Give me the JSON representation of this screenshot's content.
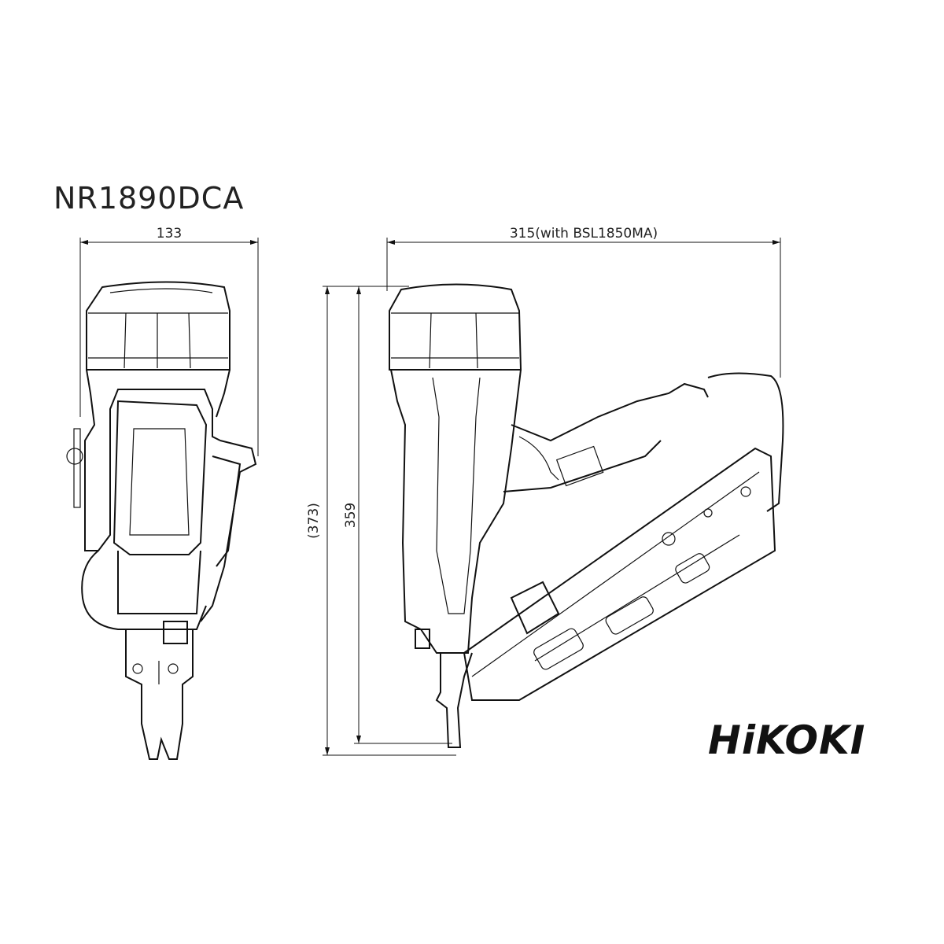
{
  "model": "NR1890DCA",
  "dimensions": {
    "front_width": "133",
    "side_length": "315(with BSL1850MA)",
    "height_with_battery": "(373)",
    "height": "359"
  },
  "brand": "HiKOKI",
  "colors": {
    "line": "#111111",
    "background": "#ffffff"
  }
}
